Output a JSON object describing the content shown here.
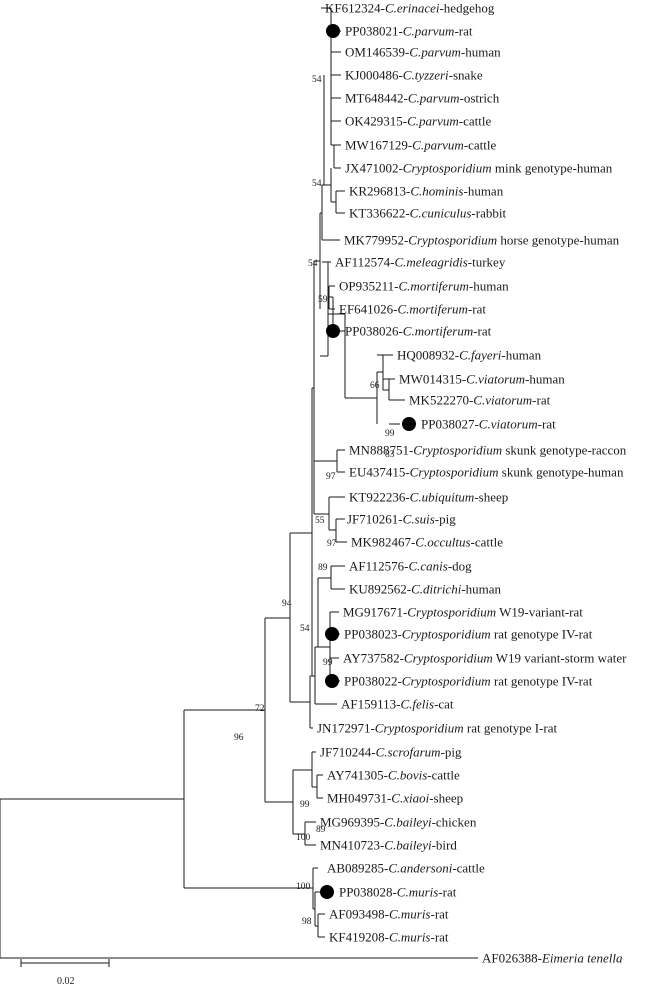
{
  "leaves": [
    {
      "acc": "KF612324",
      "species": "C.erinacei",
      "host": "hedgehog",
      "marked": false
    },
    {
      "acc": "PP038021",
      "species": "C.parvum",
      "host": "rat",
      "marked": true
    },
    {
      "acc": "OM146539",
      "species": "C.parvum",
      "host": "human",
      "marked": false
    },
    {
      "acc": "KJ000486",
      "species": "C.tyzzeri",
      "host": "snake",
      "marked": false
    },
    {
      "acc": "MT648442",
      "species": "C.parvum",
      "host": "ostrich",
      "marked": false
    },
    {
      "acc": "OK429315",
      "species": "C.parvum",
      "host": "cattle",
      "marked": false
    },
    {
      "acc": "MW167129",
      "species": "C.parvum",
      "host": "cattle",
      "marked": false
    },
    {
      "acc": "JX471002",
      "species": "Cryptosporidium",
      "extra": " mink genotype-human",
      "marked": false
    },
    {
      "acc": "KR296813",
      "species": "C.hominis",
      "host": "human",
      "marked": false
    },
    {
      "acc": "KT336622",
      "species": "C.cuniculus",
      "host": "rabbit",
      "marked": false
    },
    {
      "acc": "MK779952",
      "species": "Cryptosporidium",
      "extra": " horse genotype-human",
      "marked": false
    },
    {
      "acc": "AF112574",
      "species": "C.meleagridis",
      "host": "turkey",
      "marked": false
    },
    {
      "acc": "OP935211",
      "species": "C.mortiferum",
      "host": "human",
      "marked": false
    },
    {
      "acc": "EF641026",
      "species": "C.mortiferum",
      "host": "rat",
      "marked": false
    },
    {
      "acc": "PP038026",
      "species": "C.mortiferum",
      "host": "rat",
      "marked": true
    },
    {
      "acc": "HQ008932",
      "species": "C.fayeri",
      "host": "human",
      "marked": false
    },
    {
      "acc": "MW014315",
      "species": "C.viatorum",
      "host": "human",
      "marked": false
    },
    {
      "acc": "MK522270",
      "species": "C.viatorum",
      "host": "rat",
      "marked": false
    },
    {
      "acc": "PP038027",
      "species": "C.viatorum",
      "host": "rat",
      "marked": true
    },
    {
      "acc": "MN888751",
      "species": "Cryptosporidium",
      "extra": " skunk genotype-raccon",
      "marked": false
    },
    {
      "acc": "EU437415",
      "species": "Cryptosporidium",
      "extra": " skunk genotype-human",
      "marked": false
    },
    {
      "acc": "KT922236",
      "species": "C.ubiquitum",
      "host": "sheep",
      "marked": false
    },
    {
      "acc": "JF710261",
      "species": "C.suis",
      "host": "pig",
      "marked": false
    },
    {
      "acc": "MK982467",
      "species": "C.occultus",
      "host": "cattle",
      "marked": false
    },
    {
      "acc": "AF112576",
      "species": "C.canis",
      "host": "dog",
      "marked": false
    },
    {
      "acc": "KU892562",
      "species": "C.ditrichi",
      "host": "human",
      "marked": false
    },
    {
      "acc": "MG917671",
      "species": "Cryptosporidium",
      "extra": " W19-variant-rat",
      "marked": false
    },
    {
      "acc": "PP038023",
      "species": "Cryptosporidium",
      "extra": " rat genotype IV-rat",
      "marked": true
    },
    {
      "acc": "AY737582",
      "species": "Cryptosporidium",
      "extra": " W19 variant-storm water",
      "marked": false
    },
    {
      "acc": "PP038022",
      "species": "Cryptosporidium",
      "extra": " rat genotype IV-rat",
      "marked": true
    },
    {
      "acc": "AF159113",
      "species": "C.felis",
      "host": "cat",
      "marked": false
    },
    {
      "acc": "JN172971",
      "species": "Cryptosporidium",
      "extra": " rat genotype I-rat",
      "marked": false
    },
    {
      "acc": "JF710244",
      "species": "C.scrofarum",
      "host": "pig",
      "marked": false
    },
    {
      "acc": "AY741305",
      "species": "C.bovis",
      "host": "cattle",
      "marked": false
    },
    {
      "acc": "MH049731",
      "species": "C.xiaoi",
      "host": "sheep",
      "marked": false
    },
    {
      "acc": "MG969395",
      "species": "C.baileyi",
      "host": "chicken",
      "marked": false
    },
    {
      "acc": "MN410723",
      "species": "C.baileyi",
      "host": "bird",
      "marked": false
    },
    {
      "acc": "AB089285",
      "species": "C.andersoni",
      "host": "cattle",
      "marked": false
    },
    {
      "acc": "PP038028",
      "species": "C.muris",
      "host": "rat",
      "marked": true
    },
    {
      "acc": "AF093498",
      "species": "C.muris",
      "host": "rat",
      "marked": false
    },
    {
      "acc": "KF419208",
      "species": "C.muris",
      "host": "rat",
      "marked": false
    },
    {
      "acc": "AF026388",
      "species": "Eimeria tenella",
      "host": "",
      "marked": false
    }
  ],
  "bootstrap": [
    "54",
    "54",
    "59",
    "66",
    "99",
    "83",
    "54",
    "97",
    "55",
    "97",
    "89",
    "99",
    "54",
    "94",
    "72",
    "96",
    "99",
    "89",
    "100",
    "100",
    "98"
  ],
  "scale_bar": {
    "label": "0.02"
  },
  "colors": {
    "line": "#1a1a1a",
    "marker": "#000000"
  }
}
